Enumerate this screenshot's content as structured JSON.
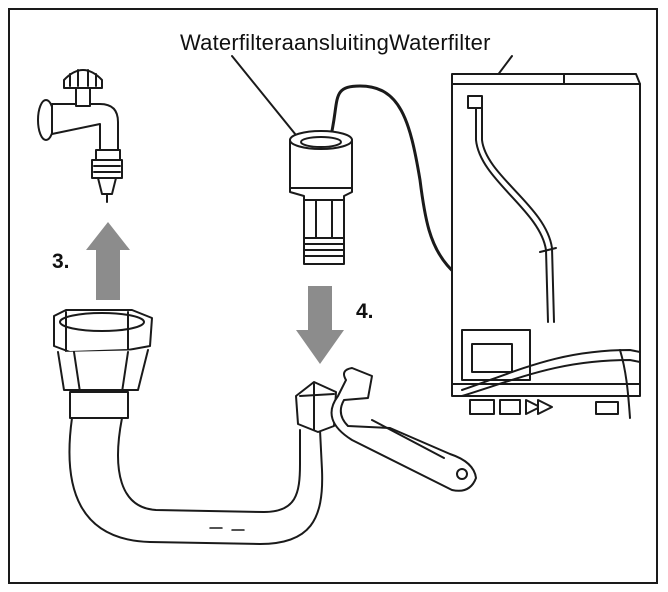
{
  "caption": "WaterfilteraansluitingWaterfilter",
  "steps": {
    "three": "3.",
    "four": "4."
  },
  "icons": {
    "faucet": "faucet-icon",
    "filter": "water-filter-icon",
    "appliance": "appliance-back-icon",
    "hose": "hose-icon",
    "wrench": "wrench-icon",
    "arrow_up": "arrow-up-icon",
    "arrow_down": "arrow-down-icon"
  },
  "colors": {
    "line": "#1a1a1a",
    "arrow": "#8c8c8c",
    "fill": "#ffffff"
  }
}
